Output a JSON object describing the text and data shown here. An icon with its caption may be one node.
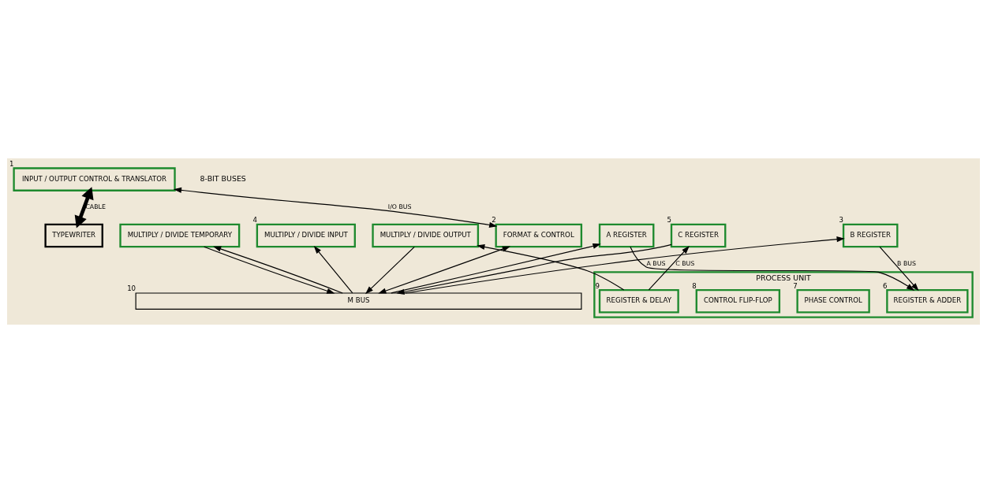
{
  "diagram": {
    "nodes": [
      {
        "text": [
          "TYPEWRITER"
        ]
      },
      {
        "text": [
          "INPUT / OUTPUT CONTROL & TRANSLATOR"
        ],
        "beside": [
          "1"
        ]
      },
      {
        "text": [
          "FORMAT & CONTROL"
        ],
        "beside": [
          "2"
        ]
      },
      {
        "text": [
          "B REGISTER"
        ],
        "beside": [
          "3"
        ]
      },
      {
        "text": [
          "A REGISTER"
        ]
      },
      {
        "text": [
          "MULTIPLY / DIVIDE INPUT"
        ],
        "beside": [
          "4"
        ]
      },
      {
        "text": [
          "MULTIPLY / DIVIDE TEMPORARY"
        ]
      },
      {
        "text": [
          "PROCESS UNIT"
        ]
      },
      {
        "text": [
          "REGISTER & ADDER"
        ],
        "in": 7,
        "beside": [
          "6"
        ]
      },
      {
        "text": [
          "PHASE CONTROL"
        ],
        "in": 7,
        "beside": [
          "7"
        ]
      },
      {
        "text": [
          "CONTROL FLIP-FLOP"
        ],
        "in": 7,
        "beside": [
          "8"
        ]
      },
      {
        "text": [
          "REGISTER & DELAY"
        ],
        "in": 7,
        "beside": [
          "9"
        ]
      },
      {
        "text": [
          "C REGISTER"
        ],
        "beside": [
          "5"
        ]
      },
      {
        "text": [
          "MULTIPLY / DIVIDE OUTPUT"
        ]
      },
      {
        "text": [
          "M BUS"
        ],
        "beside": [
          "10"
        ]
      }
    ],
    "edges": [
      {
        "from": 1,
        "to": 0,
        "arrow": "both",
        "label": "CABLE",
        "style": "thick"
      },
      {
        "from": 1,
        "to": 2,
        "arrow": "both",
        "label": "I/O BUS"
      },
      {
        "from": 2,
        "to": 14,
        "arrow": "both"
      },
      {
        "from": 3,
        "to": 8,
        "arrow": "to",
        "label": "B BUS"
      },
      {
        "from": 4,
        "to": 8,
        "arrow": "to",
        "label": "A BUS"
      },
      {
        "from": 14,
        "to": 3,
        "arrow": "to"
      },
      {
        "from": 14,
        "to": 4,
        "arrow": "to"
      },
      {
        "from": 14,
        "to": 5,
        "arrow": "to"
      },
      {
        "from": 14,
        "to": 6,
        "arrow": "to"
      },
      {
        "from": 6,
        "to": 14,
        "arrow": "to"
      },
      {
        "from": 11,
        "to": 12,
        "arrow": "to",
        "label": "C BUS"
      },
      {
        "from": 11,
        "to": 13,
        "arrow": "to"
      },
      {
        "from": 12,
        "to": 14,
        "arrow": "to"
      },
      {
        "from": 13,
        "to": 14,
        "arrow": "to"
      }
    ],
    "labels": [
      "8-BIT BUSES"
    ]
  }
}
